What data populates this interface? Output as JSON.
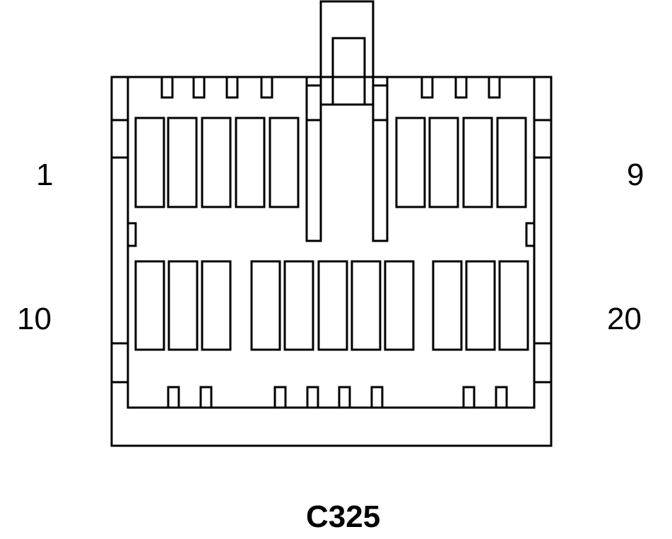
{
  "connector": {
    "id": "C325",
    "pin_labels": {
      "top_left": "1",
      "top_right": "9",
      "bottom_left": "10",
      "bottom_right": "20"
    },
    "top_row_cavities": 9,
    "bottom_row_cavities": 11
  },
  "colors": {
    "stroke": "#000000",
    "background": "#ffffff"
  }
}
